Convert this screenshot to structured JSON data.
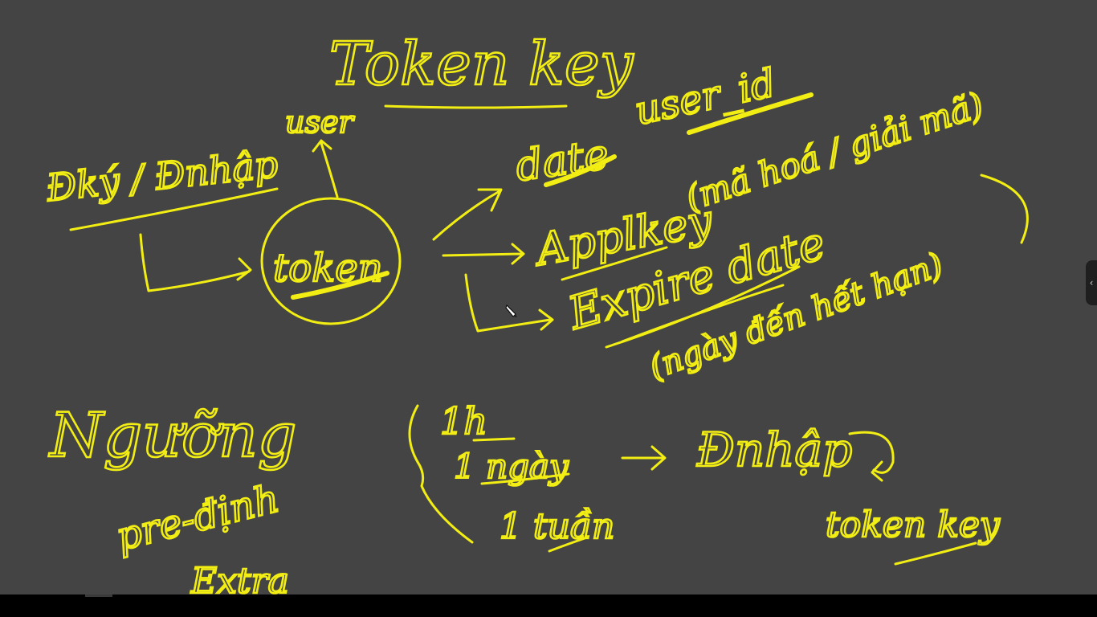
{
  "whiteboard": {
    "ink_color": "#f2ee14",
    "background_color": "#444444",
    "texts": {
      "title": "Token key",
      "user_top": "user",
      "login": "Đký / Đnhập",
      "token_circle": "token",
      "date": "date",
      "user_id": "user_id",
      "parens_note": "(mã hoá / giải mã)",
      "applicationkey": "Applkey",
      "expire_date": "Expire date",
      "expire_note": "(ngày đến hết hạn)",
      "nguong": "Ngưỡng",
      "predefined": "pre-định",
      "extra": "Extra",
      "one_h": "1h",
      "one_day": "1 ngày",
      "one_month": "1 tuần",
      "login_again": "Đnhập",
      "token_key_bottom": "token key"
    }
  },
  "side_panel": {
    "toggle_icon": "chevron-left-icon",
    "glyph": "‹"
  },
  "cursor": {
    "icon": "pen-cursor-icon"
  }
}
